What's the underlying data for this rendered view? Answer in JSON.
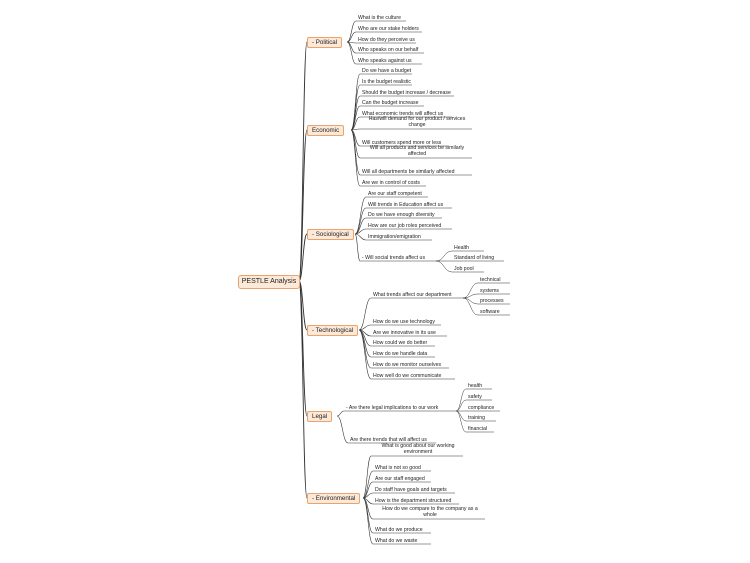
{
  "root": "PESTLE Analysis",
  "branches": [
    {
      "label": "- Political",
      "children": [
        "What is the culture",
        "Who are our stake holders",
        "How do they perceive us",
        "Who speaks on our behalf",
        "Who speaks against us"
      ]
    },
    {
      "label": "Economic",
      "children": [
        "Do we have a budget",
        "Is the budget realistic",
        "Should the budget increase / decrease",
        "Can the budget increase",
        "What economic trends will affect us",
        "Has/will demand for our product / services change",
        "Will customers spend more or less",
        "Will all products and services be similarly affected",
        "Will all departments be similarly affected",
        "Are we in control of costs"
      ]
    },
    {
      "label": "- Sociological",
      "children": [
        "Are our staff competent",
        "Will trends in Education affect us",
        "Do we have enough diversity",
        "How are our job roles perceived",
        "Immigration/emigration",
        "- Will social trends affect us"
      ],
      "sub": [
        "Health",
        "Standard of living",
        "Job pool"
      ]
    },
    {
      "label": "- Technological",
      "children": [
        "What trends affect our department",
        "How do we use technology",
        "Are we innovative in its use",
        "How could we do better",
        "How do we handle data",
        "How do we monitor ourselves",
        "How well do we communicate"
      ],
      "sub": [
        "technical",
        "systems",
        "processes",
        "software"
      ]
    },
    {
      "label": "Legal",
      "children": [
        "- Are there legal implications to our work",
        "Are there trends that will affect us"
      ],
      "sub": [
        "health",
        "safety",
        "compliance",
        "training",
        "financial"
      ]
    },
    {
      "label": "- Environmental",
      "children": [
        "What is good about our working environment",
        "What is not so good",
        "Are our staff engaged",
        "Do staff have goals and targets",
        "How is the department structured",
        "How do we compare to the company as a whole",
        "What do we produce",
        "What do we waste"
      ]
    }
  ],
  "colors": {
    "node_fill": "#fde9d8",
    "node_border": "#e9a36e",
    "line": "#333333"
  }
}
